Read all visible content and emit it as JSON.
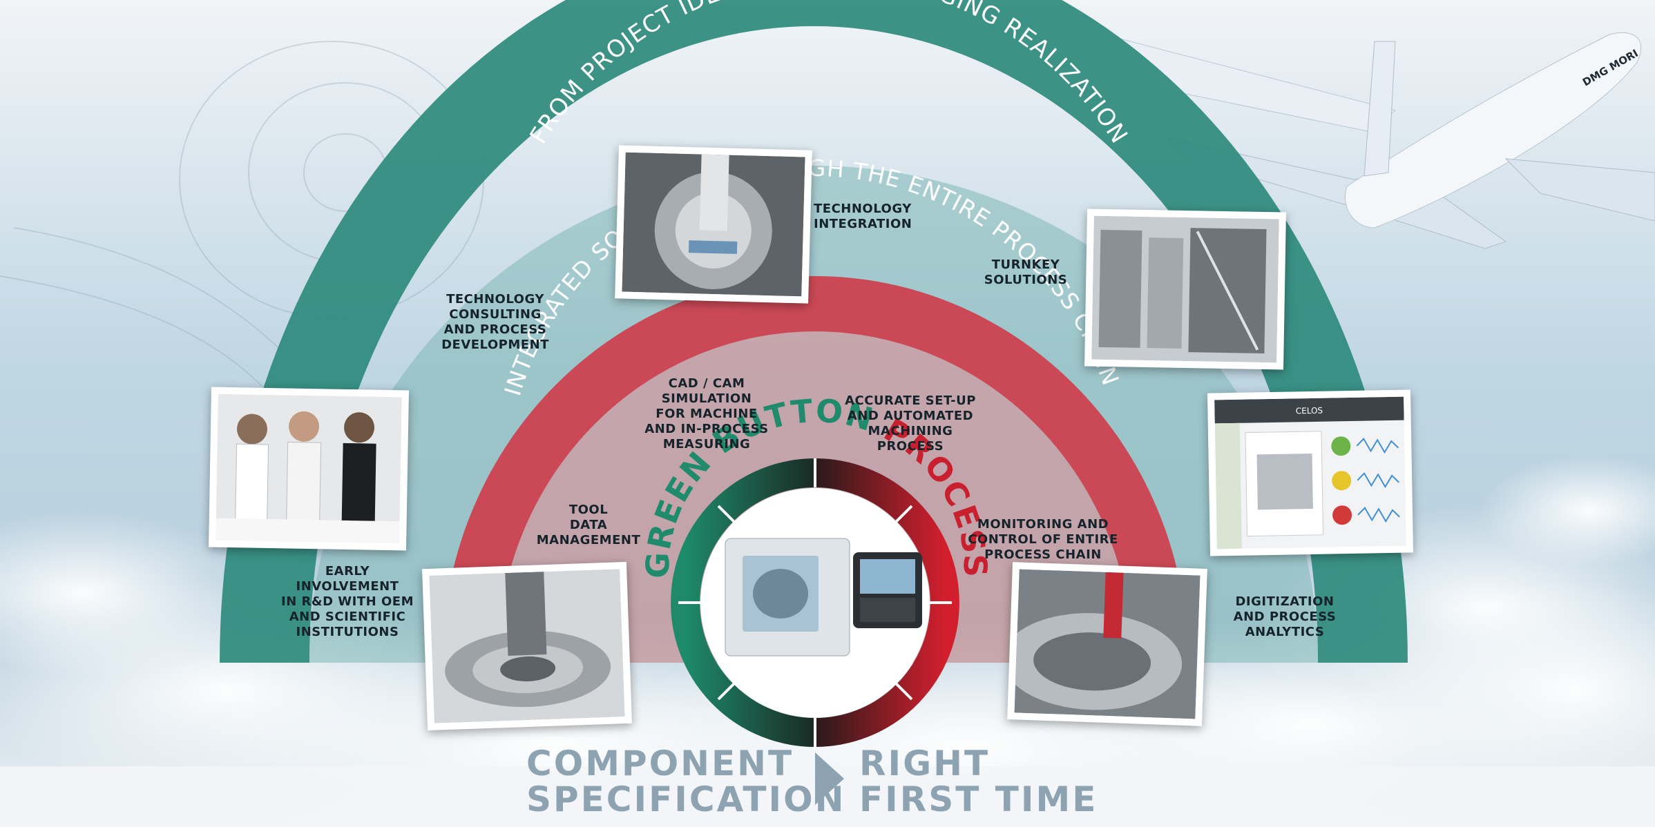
{
  "arcs": {
    "outer_title": "FROM PROJECT IDEA TO GAME-CHANGING REALIZATION",
    "inner_title": "INTEGRATED SOLUTIONS THROUGH THE ENTIRE PROCESS CHAIN"
  },
  "center": {
    "title_green": "GREEN ",
    "title_dark": "BUTTON ",
    "title_red": "PROCESS"
  },
  "labels": {
    "technology_integration": "TECHNOLOGY\nINTEGRATION",
    "turnkey_solutions": "TURNKEY\nSOLUTIONS",
    "technology_consulting": "TECHNOLOGY\nCONSULTING\nAND PROCESS\nDEVELOPMENT",
    "cad_cam": "CAD / CAM\nSIMULATION\nFOR MACHINE\nAND IN-PROCESS\nMEASURING",
    "accurate_setup": "ACCURATE SET-UP\nAND AUTOMATED\nMACHINING PROCESS",
    "tool_data": "TOOL\nDATA MANAGEMENT",
    "monitoring": "MONITORING AND\nCONTROL OF ENTIRE\nPROCESS CHAIN",
    "early_involvement": "EARLY\nINVOLVEMENT\nIN R&D WITH OEM\nAND SCIENTIFIC\nINSTITUTIONS",
    "digitization": "DIGITIZATION\nAND PROCESS\nANALYTICS"
  },
  "tagline": {
    "left_line1": "COMPONENT",
    "left_line2": "SPECIFICATION",
    "right_line1": "RIGHT",
    "right_line2": "FIRST TIME"
  },
  "airplane_brand": "DMG MORI",
  "software_screen_title": "CELOS",
  "colors": {
    "outer_arc": "#2e8a7c",
    "inner_arc": "#cf3f4e",
    "green": "#1f8a6c",
    "red": "#c8202e",
    "tagline": "#8ea3b1"
  }
}
